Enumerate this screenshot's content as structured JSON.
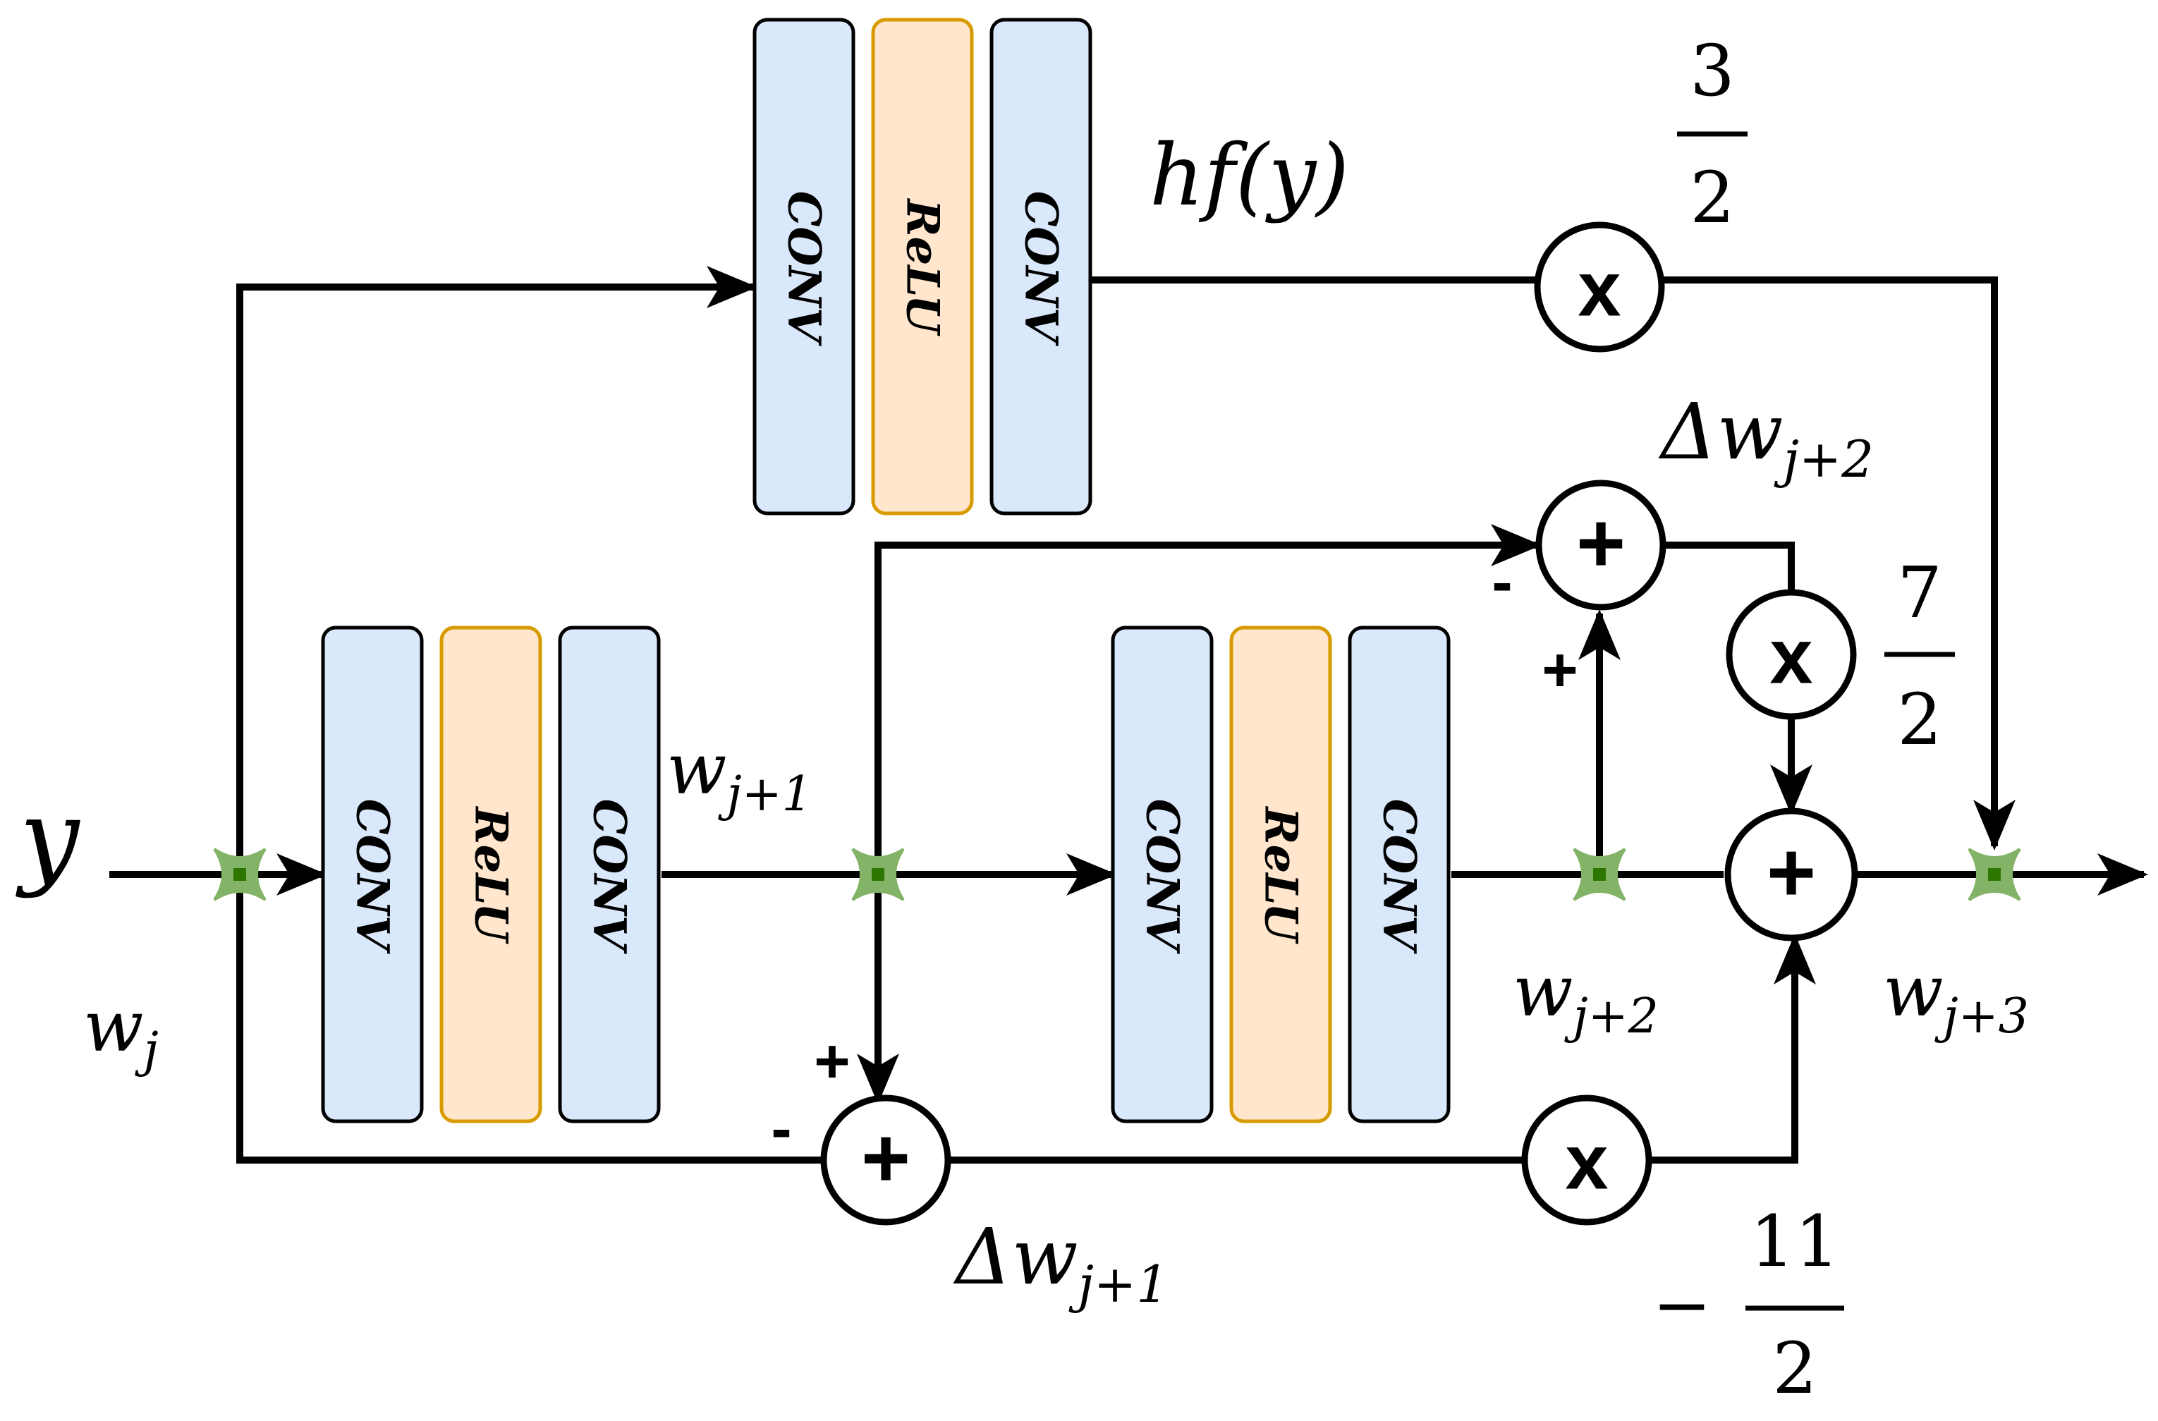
{
  "colors": {
    "conv_fill": "#dae8fc",
    "relu_fill": "#ffe6cc",
    "relu_stroke": "#d79b00",
    "junction": "#82b366",
    "junction_center": "#2d7600",
    "line": "#000000"
  },
  "blocks": {
    "conv": "CONV",
    "relu": "ReLU"
  },
  "operators": {
    "multiply": "x",
    "add": "+"
  },
  "labels": {
    "input": "y",
    "w_j": "w",
    "w_j_sub": "j",
    "w_j1": "w",
    "w_j1_sub": "j+1",
    "w_j2": "w",
    "w_j2_sub": "j+2",
    "w_j3": "w",
    "w_j3_sub": "j+3",
    "hf": "hf(y)",
    "delta_w_j1": "Δw",
    "delta_w_j1_sub": "j+1",
    "delta_w_j2": "Δw",
    "delta_w_j2_sub": "j+2"
  },
  "signs": {
    "plus": "+",
    "minus": "-"
  },
  "coefficients": {
    "top_num": "3",
    "top_den": "2",
    "mid_num": "7",
    "mid_den": "2",
    "bottom_sign": "−",
    "bottom_num": "11",
    "bottom_den": "2"
  }
}
